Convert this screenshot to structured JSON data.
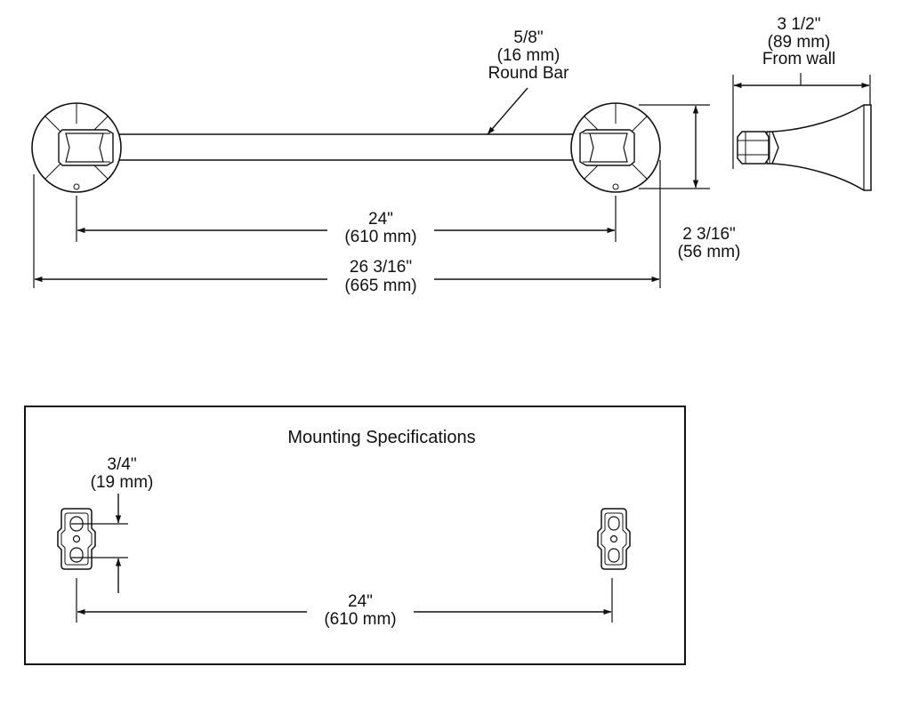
{
  "top_view": {
    "bar_diameter": {
      "value": "5/8\"",
      "metric": "(16 mm)",
      "label": "Round Bar"
    },
    "center_spacing": {
      "value": "24\"",
      "metric": "(610 mm)"
    },
    "overall_length": {
      "value": "26 3/16\"",
      "metric": "(665 mm)"
    },
    "flange_diameter": {
      "value": "2 3/16\"",
      "metric": "(56 mm)"
    }
  },
  "side_view": {
    "projection": {
      "value": "3 1/2\"",
      "metric": "(89 mm)",
      "label": "From wall"
    }
  },
  "mounting": {
    "title": "Mounting Specifications",
    "slot_spacing": {
      "value": "3/4\"",
      "metric": "(19 mm)"
    },
    "bracket_spacing": {
      "value": "24\"",
      "metric": "(610 mm)"
    }
  }
}
